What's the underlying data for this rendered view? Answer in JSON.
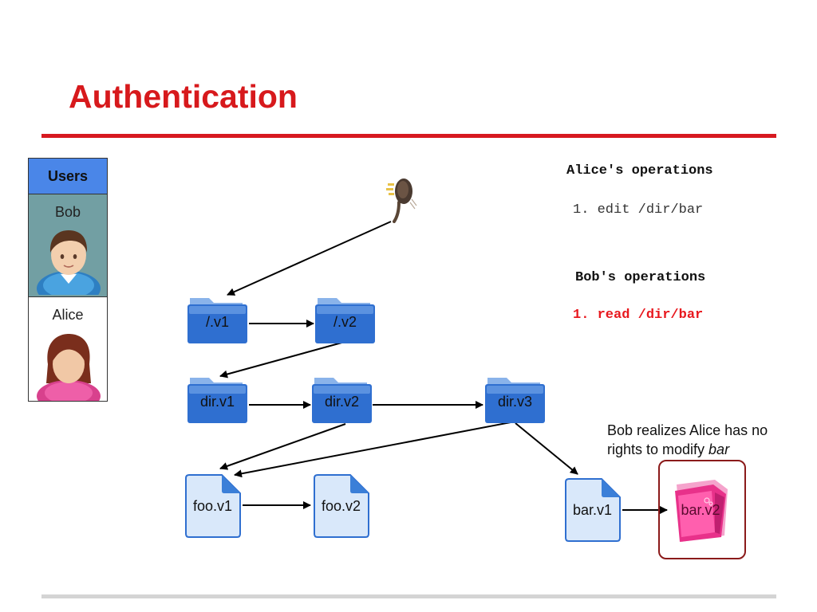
{
  "slide": {
    "title": "Authentication"
  },
  "users_table": {
    "header": "Users",
    "users": [
      {
        "name": "Bob"
      },
      {
        "name": "Alice"
      }
    ]
  },
  "operations": {
    "alice": {
      "title": "Alice's operations",
      "items": [
        "1. edit /dir/bar"
      ]
    },
    "bob": {
      "title": "Bob's operations",
      "items": [
        "1. read /dir/bar"
      ]
    }
  },
  "nodes": {
    "root_v1": "/.v1",
    "root_v2": "/.v2",
    "dir_v1": "dir.v1",
    "dir_v2": "dir.v2",
    "dir_v3": "dir.v3",
    "foo_v1": "foo.v1",
    "foo_v2": "foo.v2",
    "bar_v1": "bar.v1",
    "bar_v2": "bar.v2"
  },
  "note": {
    "text_before": "Bob realizes Alice has no rights to modify ",
    "text_emphasis": "bar"
  },
  "colors": {
    "title": "#d7191c",
    "rule_top": "#d71920",
    "rule_bottom": "#d4d4d4",
    "folder_blue": "#2f6fd0",
    "file_blue": "#4a90e2",
    "highlight_pink": "#e8318a",
    "bob_op": "#e8181e",
    "users_header": "#4a86e8",
    "bob_row": "#729fa3"
  },
  "icons": {
    "root_pointer": "cable-plug-icon",
    "bob_avatar": "male-user-icon",
    "alice_avatar": "female-user-icon",
    "folder": "folder-icon",
    "file": "document-icon",
    "modified_file": "pink-folder-icon"
  }
}
